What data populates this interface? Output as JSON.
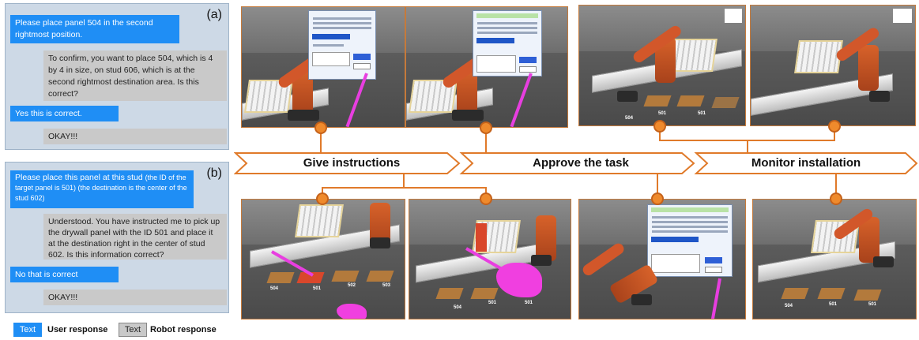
{
  "panel_a": {
    "tag": "(a)",
    "messages": [
      {
        "role": "user",
        "text": "Please place panel 504 in the second rightmost position."
      },
      {
        "role": "robot",
        "text": "To confirm, you want to place 504, which is 4 by 4 in size, on stud 606, which is at the second rightmost destination area. Is this correct?"
      },
      {
        "role": "user",
        "text": "Yes this is correct."
      },
      {
        "role": "robot",
        "text": "OKAY!!!"
      }
    ]
  },
  "panel_b": {
    "tag": "(b)",
    "messages": [
      {
        "role": "user",
        "text": "Please place this panel at this stud",
        "note": "(the ID of the target panel is 501) (the destination is the center of the stud 602)"
      },
      {
        "role": "robot",
        "text": "Understood. You have instructed me to pick up the drywall panel with the ID 501 and place it at the destination right in the center of stud 602. Is this information correct?"
      },
      {
        "role": "user",
        "text": "No that is correct"
      },
      {
        "role": "robot",
        "text": "OKAY!!!"
      }
    ]
  },
  "legend": {
    "box_text_user": "Text",
    "user_label": "User response",
    "box_text_robot": "Text",
    "robot_label": "Robot response"
  },
  "stages": [
    "Give instructions",
    "Approve the task",
    "Monitor installation"
  ],
  "scene_labels": {
    "top3": [
      "504",
      "501",
      "501"
    ],
    "bottom1": [
      "504",
      "501",
      "502",
      "503"
    ],
    "bottom2": [
      "504",
      "501",
      "501"
    ],
    "bottom4": [
      "504",
      "501",
      "501"
    ]
  },
  "colors": {
    "user": "#1f8ef5",
    "robot": "#c9c9c9",
    "panel_bg": "#cdd9e6",
    "accent": "#e07a2a",
    "pointer": "#e83ee0"
  }
}
